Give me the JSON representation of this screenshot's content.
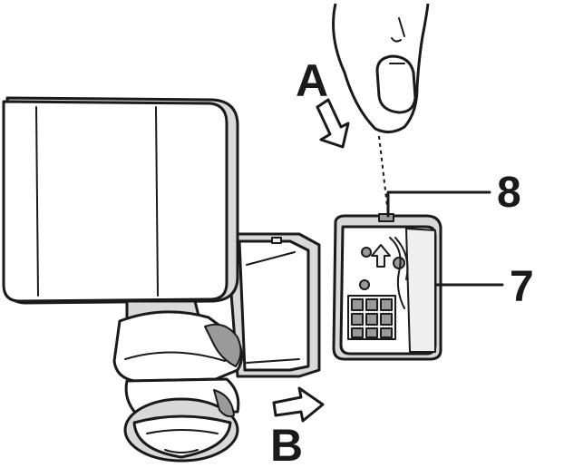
{
  "labels": {
    "arrow_a": "A",
    "arrow_b": "B",
    "callout_8": "8",
    "callout_7": "7"
  },
  "colors": {
    "line": "#1a1a1a",
    "light_fill": "#d9d9d9",
    "dark_fill": "#9a9a9a"
  }
}
